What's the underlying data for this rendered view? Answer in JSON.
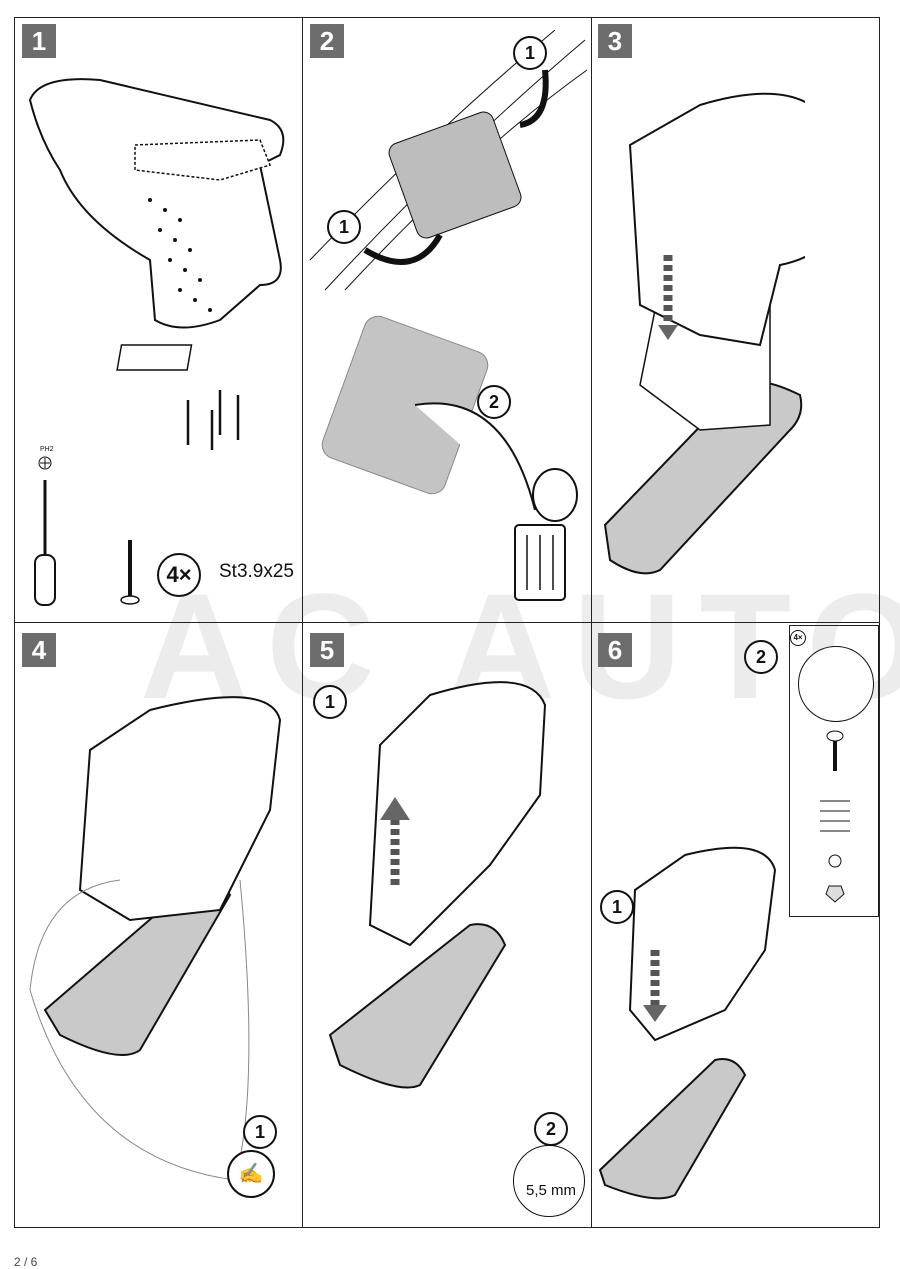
{
  "watermark": "AC AUTO",
  "steps": [
    {
      "number": "1",
      "callouts": {
        "tool": "PH2",
        "quantity": "4×",
        "screw_spec": "St3.9x25"
      }
    },
    {
      "number": "2",
      "callouts": {
        "sub1": "1",
        "sub1b": "1",
        "sub2": "2"
      }
    },
    {
      "number": "3"
    },
    {
      "number": "4",
      "callouts": {
        "sub1": "1"
      }
    },
    {
      "number": "5",
      "callouts": {
        "sub1": "1",
        "sub2": "2",
        "drill": "5,5 mm"
      }
    },
    {
      "number": "6",
      "callouts": {
        "sub1": "1",
        "sub2": "2",
        "quantity": "4×"
      }
    }
  ],
  "page": "2 / 6"
}
